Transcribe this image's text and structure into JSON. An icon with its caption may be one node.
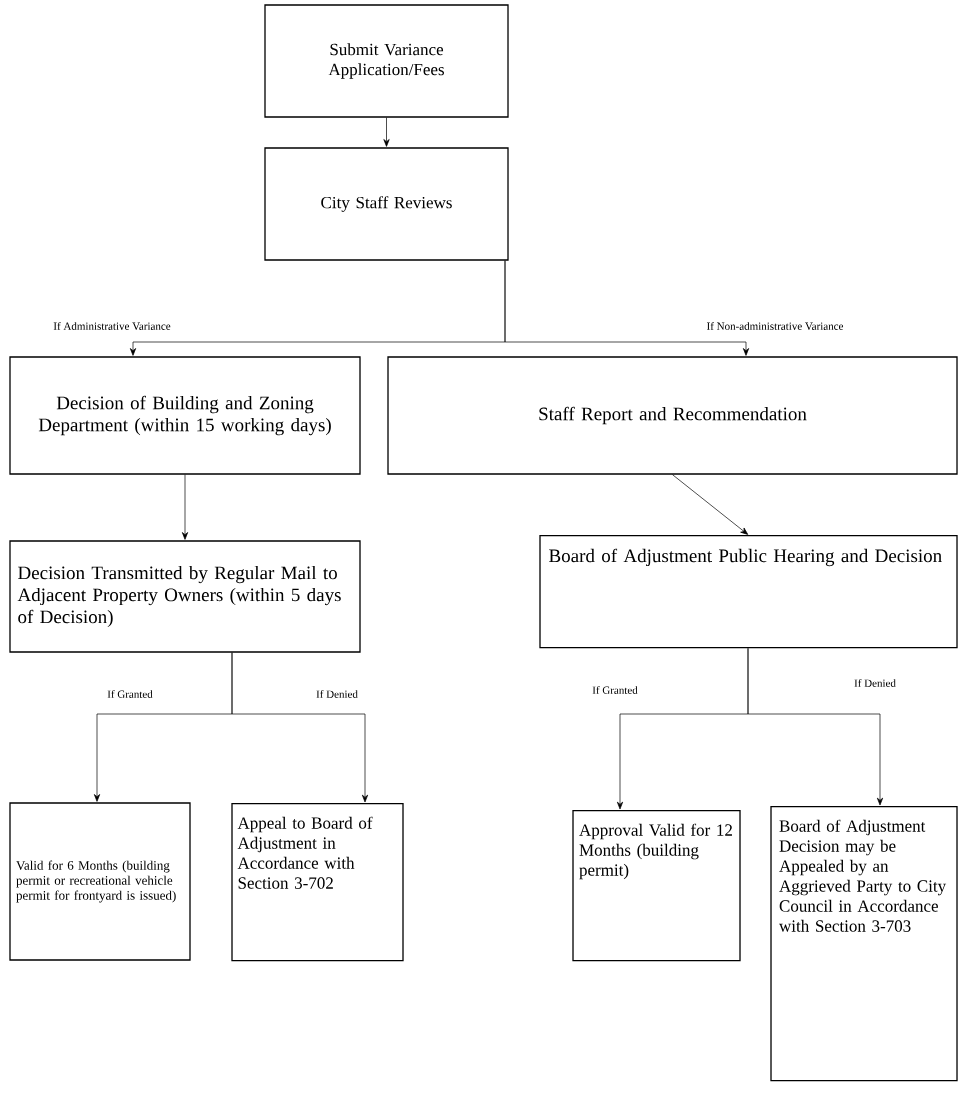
{
  "diagram": {
    "nodes": [
      {
        "text": [
          "Submit Variance Application/Fees"
        ]
      },
      {
        "text": [
          "City Staff Reviews"
        ]
      },
      {
        "text": [
          "Decision of Building and Zoning Department (within 15 working days)"
        ]
      },
      {
        "text": [
          "Staff Report and Recommendation"
        ]
      },
      {
        "text": [
          "Decision Transmitted by Regular Mail to Adjacent Property Owners (within 5 days of Decision)"
        ]
      },
      {
        "text": [
          "Board of Adjustment Public Hearing and Decision"
        ]
      },
      {
        "text": [
          "Valid for 6 Months (building permit or recreational vehicle permit for frontyard is issued)"
        ]
      },
      {
        "text": [
          "Appeal to Board of Adjustment in Accordance with Section 3-702"
        ]
      },
      {
        "text": [
          "Approval Valid for 12 Months (building permit)"
        ]
      },
      {
        "text": [
          "Board of Adjustment Decision may be Appealed by an Aggrieved Party to City Council in Accordance with Section 3-703"
        ]
      }
    ],
    "edges": [
      {
        "from": 0,
        "to": 1,
        "arrow": "to"
      },
      {
        "from": 1,
        "to": 2,
        "arrow": "to",
        "label": "If Administrative Variance"
      },
      {
        "from": 1,
        "to": 3,
        "arrow": "to",
        "label": "If Non-administrative Variance"
      },
      {
        "from": 2,
        "to": 4,
        "arrow": "to"
      },
      {
        "from": 3,
        "to": 5,
        "arrow": "to"
      },
      {
        "from": 4,
        "to": 6,
        "arrow": "to",
        "label": "If Granted"
      },
      {
        "from": 4,
        "to": 7,
        "arrow": "to",
        "label": "If Denied"
      },
      {
        "from": 5,
        "to": 8,
        "arrow": "to",
        "label": "If Granted"
      },
      {
        "from": 5,
        "to": 9,
        "arrow": "to",
        "label": "If Denied"
      }
    ]
  }
}
